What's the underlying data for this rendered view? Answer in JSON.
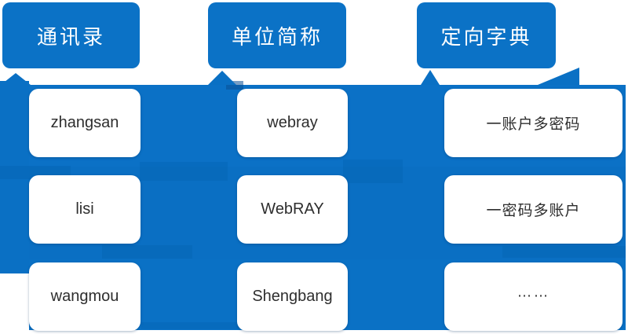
{
  "diagram_title": "dictionary-sources-diagram",
  "colors": {
    "header_blue": "#0b72c6",
    "panel_blue": "#0a70c4",
    "shade_blue": "#005fa8",
    "card_bg": "#ffffff",
    "header_text": "#ffffff",
    "card_text": "#2e2e2e"
  },
  "columns": [
    {
      "id": "contacts",
      "header": "通讯录",
      "items": [
        "zhangsan",
        "lisi",
        "wangmou"
      ]
    },
    {
      "id": "company-abbr",
      "header": "单位简称",
      "items": [
        "webray",
        "WebRAY",
        "Shengbang"
      ]
    },
    {
      "id": "targeted-dict",
      "header": "定向字典",
      "items": [
        "一账户多密码",
        "一密码多账户",
        "……"
      ]
    }
  ]
}
